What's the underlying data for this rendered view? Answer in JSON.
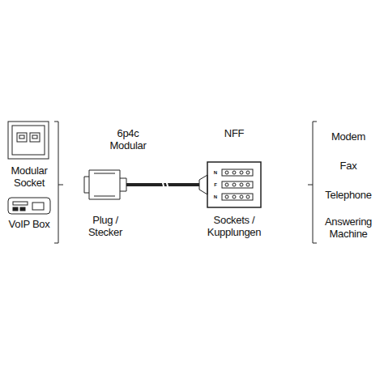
{
  "diagram": {
    "labels": [
      "Modular Socket",
      "VoIP Box",
      "6p4c Modular",
      "NFF",
      "Plug / Stecker",
      "Sockets / Kupplungen",
      "Modem",
      "Fax",
      "Telephone",
      "Answering Machine",
      "N",
      "F",
      "N"
    ]
  }
}
